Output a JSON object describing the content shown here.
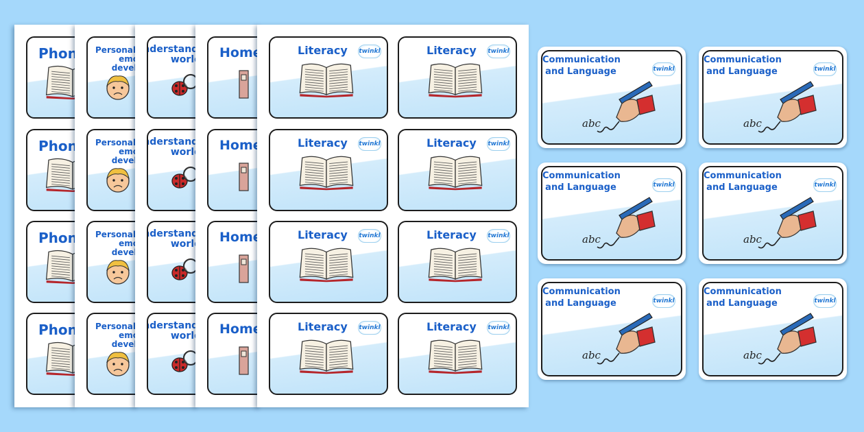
{
  "sheets": {
    "phonics": {
      "title": "Phonics"
    },
    "psed": {
      "title": "Personal, social and emotional development"
    },
    "understanding": {
      "title": "Understanding the world"
    },
    "homework": {
      "title": "Homework"
    },
    "literacy": {
      "title": "Literacy"
    }
  },
  "communication": {
    "title": "Communication and Language",
    "line1": "Communication",
    "line2": "and Language",
    "writing": "abc"
  },
  "logo": {
    "text": "twinkl"
  },
  "colors": {
    "background": "#a5d8fb",
    "title": "#1a5fc8",
    "card_fill": "#bfe3fa",
    "border": "#1c1c1c"
  }
}
